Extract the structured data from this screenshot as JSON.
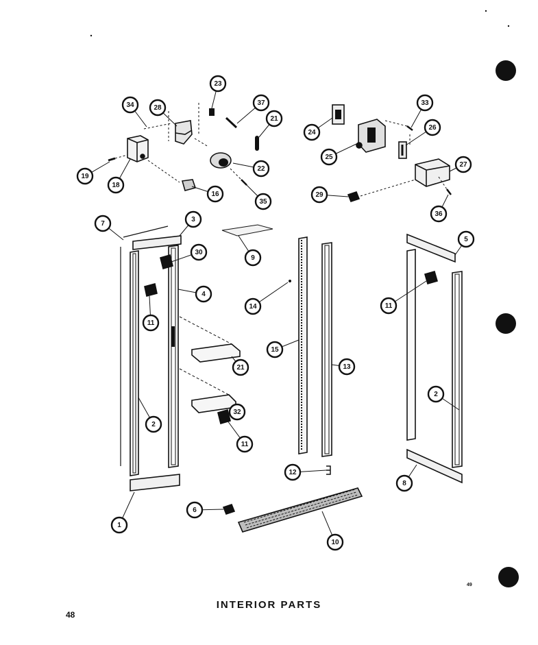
{
  "title": "INTERIOR PARTS",
  "page_number": "48",
  "corner_mark": "49",
  "callouts": [
    {
      "label": "34"
    },
    {
      "label": "28"
    },
    {
      "label": "23"
    },
    {
      "label": "37"
    },
    {
      "label": "21"
    },
    {
      "label": "19"
    },
    {
      "label": "18"
    },
    {
      "label": "22"
    },
    {
      "label": "16"
    },
    {
      "label": "35"
    },
    {
      "label": "24"
    },
    {
      "label": "33"
    },
    {
      "label": "25"
    },
    {
      "label": "26"
    },
    {
      "label": "27"
    },
    {
      "label": "29"
    },
    {
      "label": "36"
    },
    {
      "label": "7"
    },
    {
      "label": "3"
    },
    {
      "label": "30"
    },
    {
      "label": "4"
    },
    {
      "label": "11"
    },
    {
      "label": "9"
    },
    {
      "label": "14"
    },
    {
      "label": "5"
    },
    {
      "label": "11"
    },
    {
      "label": "15"
    },
    {
      "label": "13"
    },
    {
      "label": "21"
    },
    {
      "label": "2"
    },
    {
      "label": "32"
    },
    {
      "label": "2"
    },
    {
      "label": "11"
    },
    {
      "label": "12"
    },
    {
      "label": "8"
    },
    {
      "label": "1"
    },
    {
      "label": "6"
    },
    {
      "label": "10"
    }
  ],
  "colors": {
    "ink": "#111111",
    "paper": "#ffffff"
  }
}
